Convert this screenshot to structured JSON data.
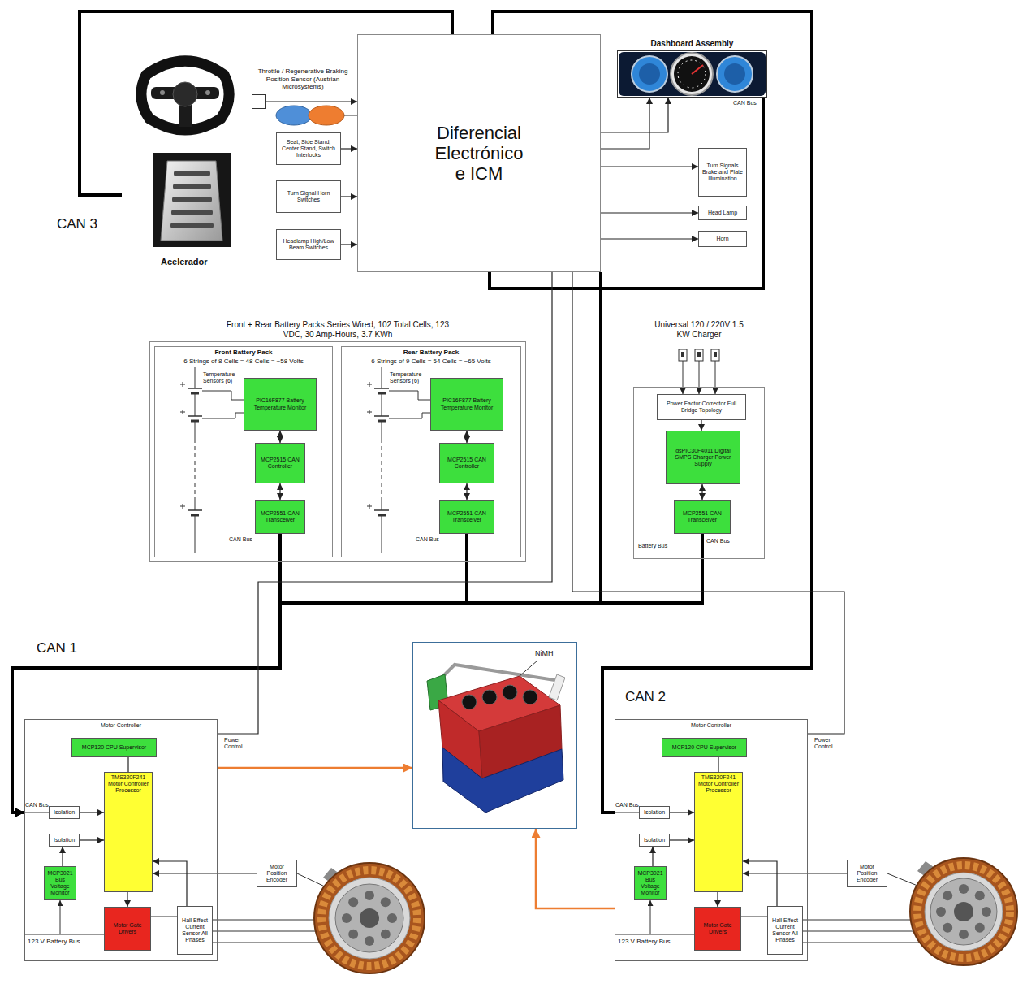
{
  "diagram": {
    "nodes": [
      {
        "text": [
          "Throttle / Regenerative Braking Position Sensor (Austrian Microsystems)"
        ]
      },
      {
        "text": [
          "Seat, Side Stand, Center Stand, Switch Interlocks"
        ]
      },
      {
        "text": [
          "Turn Signal Horn Switches"
        ]
      },
      {
        "text": [
          "Headlamp High/Low Beam Switches"
        ]
      },
      {
        "text": [
          "Diferencial Electrónico e ICM"
        ]
      },
      {
        "text": [
          "Dashboard Assembly"
        ]
      },
      {
        "text": [
          "Turn Signals Brake and Plate Illumination"
        ]
      },
      {
        "text": [
          "Head Lamp"
        ]
      },
      {
        "text": [
          "Horn"
        ]
      },
      {
        "text": [
          "Front + Rear Battery Packs Series Wired, 102 Total Cells, 123 VDC, 30 Amp-Hours, 3.7 KWh"
        ]
      },
      {
        "text": [
          "Front Battery Pack",
          "6 Strings of 8 Cells = 48 Cells = ~58 Volts"
        ],
        "in": 9
      },
      {
        "text": [
          "PIC16F877 Battery Temperature Monitor"
        ],
        "in": 10
      },
      {
        "text": [
          "MCP2515 CAN Controller"
        ],
        "in": 10
      },
      {
        "text": [
          "MCP2551 CAN Transceiver"
        ],
        "in": 10
      },
      {
        "text": [
          "Rear Battery Pack",
          "6 Strings of 9 Cells = 54 Cells = ~65 Volts"
        ],
        "in": 9
      },
      {
        "text": [
          "PIC16F877 Battery Temperature Monitor"
        ],
        "in": 14
      },
      {
        "text": [
          "MCP2515 CAN Controller"
        ],
        "in": 14
      },
      {
        "text": [
          "MCP2551 CAN Transceiver"
        ],
        "in": 14
      },
      {
        "text": [
          "Universal 120 / 220V 1.5 KW Charger"
        ]
      },
      {
        "text": [
          "Power Factor Corrector Full Bridge Topology"
        ],
        "in": 18
      },
      {
        "text": [
          "dsPIC30F4011 Digital SMPS Charger Power Supply"
        ],
        "in": 18
      },
      {
        "text": [
          "MCP2551 CAN Transceiver"
        ],
        "in": 18
      },
      {
        "text": [
          "NiMH"
        ]
      },
      {
        "text": [
          "Motor Controller"
        ]
      },
      {
        "text": [
          "MCP120 CPU Supervisor"
        ],
        "in": 23
      },
      {
        "text": [
          "TMS320F241 Motor Controller Processor"
        ],
        "in": 23
      },
      {
        "text": [
          "Isolation"
        ],
        "in": 23
      },
      {
        "text": [
          "Isolation"
        ],
        "in": 23
      },
      {
        "text": [
          "MCP3021 Bus Voltage Monitor"
        ],
        "in": 23
      },
      {
        "text": [
          "Motor Gate Drivers"
        ],
        "in": 23
      },
      {
        "text": [
          "Hall Effect Current Sensor All Phases"
        ],
        "in": 23
      },
      {
        "text": [
          "Motor Position Encoder"
        ]
      },
      {
        "text": [
          "Motor Controller"
        ]
      },
      {
        "text": [
          "MCP120 CPU Supervisor"
        ],
        "in": 32
      },
      {
        "text": [
          "TMS320F241 Motor Controller Processor"
        ],
        "in": 32
      },
      {
        "text": [
          "Isolation"
        ],
        "in": 32
      },
      {
        "text": [
          "Isolation"
        ],
        "in": 32
      },
      {
        "text": [
          "MCP3021 Bus Voltage Monitor"
        ],
        "in": 32
      },
      {
        "text": [
          "Motor Gate Drivers"
        ],
        "in": 32
      },
      {
        "text": [
          "Hall Effect Current Sensor All Phases"
        ],
        "in": 32
      },
      {
        "text": [
          "Motor Position Encoder"
        ]
      }
    ],
    "edges": [
      {
        "from": 0,
        "to": 4,
        "arrow": "to"
      },
      {
        "from": 1,
        "to": 4,
        "arrow": "to"
      },
      {
        "from": 2,
        "to": 4,
        "arrow": "to"
      },
      {
        "from": 3,
        "to": 4,
        "arrow": "to"
      },
      {
        "from": 4,
        "to": 5,
        "arrow": "to"
      },
      {
        "from": 4,
        "to": 5,
        "arrow": "to"
      },
      {
        "from": 4,
        "to": 5,
        "arrow": "none"
      },
      {
        "from": 4,
        "to": 6,
        "arrow": "to"
      },
      {
        "from": 4,
        "to": 7,
        "arrow": "to"
      },
      {
        "from": 4,
        "to": 8,
        "arrow": "to"
      },
      {
        "from": 11,
        "to": 12,
        "arrow": "both"
      },
      {
        "from": 12,
        "to": 13,
        "arrow": "both"
      },
      {
        "from": 15,
        "to": 16,
        "arrow": "both"
      },
      {
        "from": 16,
        "to": 17,
        "arrow": "both"
      },
      {
        "from": 19,
        "to": 20,
        "arrow": "to"
      },
      {
        "from": 20,
        "to": 21,
        "arrow": "both"
      },
      {
        "from": 13,
        "to": 23,
        "arrow": "to"
      },
      {
        "from": 17,
        "to": 23,
        "arrow": "to"
      },
      {
        "from": 21,
        "to": 23,
        "arrow": "none"
      },
      {
        "from": 4,
        "to": 23,
        "arrow": "none"
      },
      {
        "from": 4,
        "to": 32,
        "arrow": "none"
      },
      {
        "from": 4,
        "to": 23,
        "arrow": "none"
      },
      {
        "from": 4,
        "to": 32,
        "arrow": "none"
      },
      {
        "from": 23,
        "to": 22,
        "arrow": "to"
      },
      {
        "from": 32,
        "to": 22,
        "arrow": "to"
      },
      {
        "from": 24,
        "to": 25,
        "arrow": "none"
      },
      {
        "from": 26,
        "to": 25,
        "arrow": "to"
      },
      {
        "from": 27,
        "to": 25,
        "arrow": "to"
      },
      {
        "from": 28,
        "to": 27,
        "arrow": "to"
      },
      {
        "from": 25,
        "to": 29,
        "arrow": "to"
      },
      {
        "from": 30,
        "to": 25,
        "arrow": "to"
      },
      {
        "from": 31,
        "to": 25,
        "arrow": "to"
      },
      {
        "from": 33,
        "to": 34,
        "arrow": "none"
      },
      {
        "from": 35,
        "to": 34,
        "arrow": "to"
      },
      {
        "from": 36,
        "to": 34,
        "arrow": "to"
      },
      {
        "from": 37,
        "to": 36,
        "arrow": "to"
      },
      {
        "from": 34,
        "to": 38,
        "arrow": "to"
      },
      {
        "from": 39,
        "to": 34,
        "arrow": "to"
      },
      {
        "from": 40,
        "to": 34,
        "arrow": "to"
      }
    ],
    "labels": [
      "CAN 3",
      "Acelerador",
      "CAN Bus",
      "Temperature Sensors (6)",
      "CAN Bus",
      "Temperature Sensors (6)",
      "CAN Bus",
      "CAN Bus",
      "Battery Bus",
      "CAN 1",
      "CAN 2",
      "Power Control",
      "Power Control",
      "CAN Bus",
      "123 V Battery Bus",
      "CAN Bus",
      "123 V Battery Bus"
    ]
  }
}
